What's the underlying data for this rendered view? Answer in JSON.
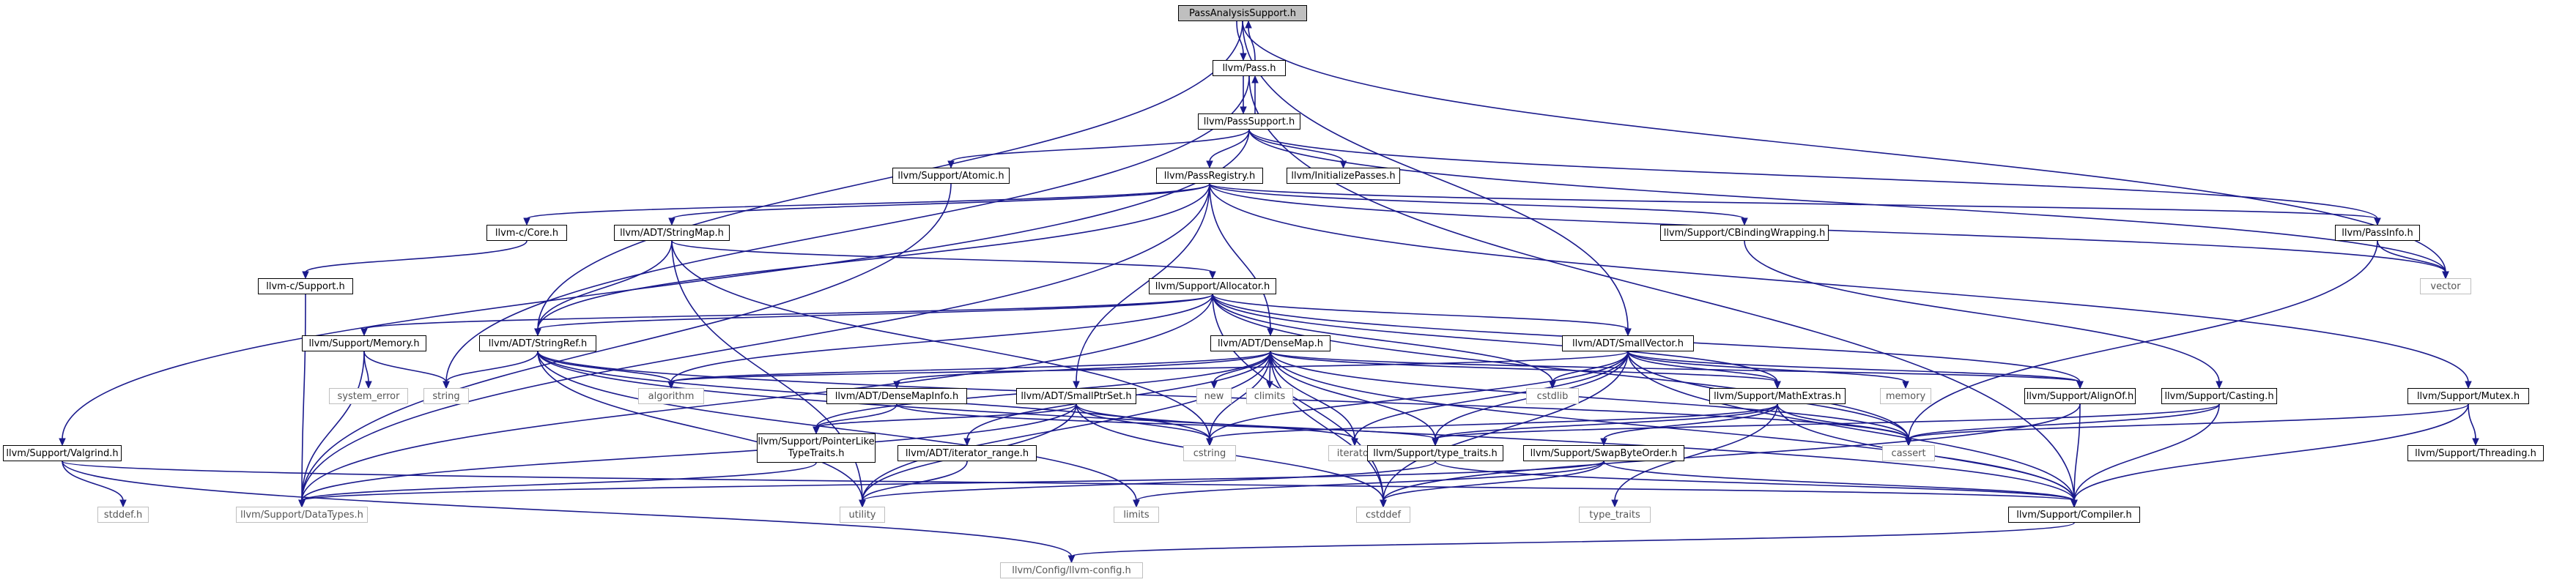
{
  "nodes": {
    "root": "PassAnalysisSupport.h",
    "pass": "llvm/Pass.h",
    "passsupport": "llvm/PassSupport.h",
    "atomic": "llvm/Support/Atomic.h",
    "passregistry": "llvm/PassRegistry.h",
    "initpasses": "llvm/InitializePasses.h",
    "valgrind": "llvm/Support/Valgrind.h",
    "ccore": "llvm-c/Core.h",
    "stringmap": "llvm/ADT/StringMap.h",
    "cbinding": "llvm/Support/CBindingWrapping.h",
    "passinfo": "llvm/PassInfo.h",
    "vector": "vector",
    "csupport": "llvm-c/Support.h",
    "allocator": "llvm/Support/Allocator.h",
    "memory_h": "llvm/Support/Memory.h",
    "stringref": "llvm/ADT/StringRef.h",
    "densemap": "llvm/ADT/DenseMap.h",
    "smallvector": "llvm/ADT/SmallVector.h",
    "mutex": "llvm/Support/Mutex.h",
    "system_error": "system_error",
    "string": "string",
    "algorithm": "algorithm",
    "densemapinfo": "llvm/ADT/DenseMapInfo.h",
    "new": "new",
    "climits": "climits",
    "cstdlib": "cstdlib",
    "mathextras": "llvm/Support/MathExtras.h",
    "memory": "memory",
    "alignof": "llvm/Support/AlignOf.h",
    "casting": "llvm/Support/Casting.h",
    "ptrtraits_l1": "llvm/Support/PointerLike",
    "ptrtraits_l2": "TypeTraits.h",
    "smallptrset": "llvm/ADT/SmallPtrSet.h",
    "iteratorrange": "llvm/ADT/iterator_range.h",
    "iterator": "iterator",
    "cstring": "cstring",
    "typetraits_h": "llvm/Support/type_traits.h",
    "swapbyte": "llvm/Support/SwapByteOrder.h",
    "cassert": "cassert",
    "threading": "llvm/Support/Threading.h",
    "stddef": "stddef.h",
    "datatypes": "llvm/Support/DataTypes.h",
    "utility": "utility",
    "limits": "limits",
    "cstddef": "cstddef",
    "type_traits": "type_traits",
    "compiler": "llvm/Support/Compiler.h",
    "llvmconfig": "llvm/Config/llvm-config.h"
  }
}
